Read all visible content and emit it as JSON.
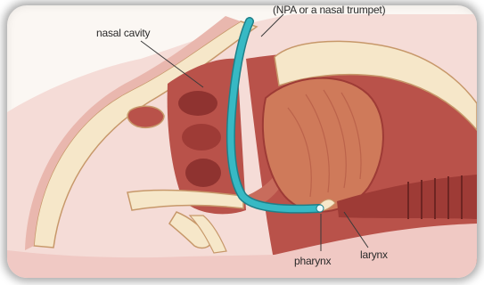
{
  "labels": {
    "top": "(NPA or a nasal trumpet)",
    "nasal_cavity": "nasal cavity",
    "pharynx": "pharynx",
    "larynx": "larynx"
  },
  "colors": {
    "background": "#fbf7f3",
    "skin": "#f0c9c4",
    "tissue_dark": "#9e3b36",
    "tissue_mid": "#c86c5c",
    "bone": "#f6e7c9",
    "bone_outline": "#c7986a",
    "tongue": "#cf7a5a",
    "airway_tube": "#37b9c4",
    "airway_tube_outline": "#1f7f88",
    "leader_line": "#3a3a3a"
  }
}
